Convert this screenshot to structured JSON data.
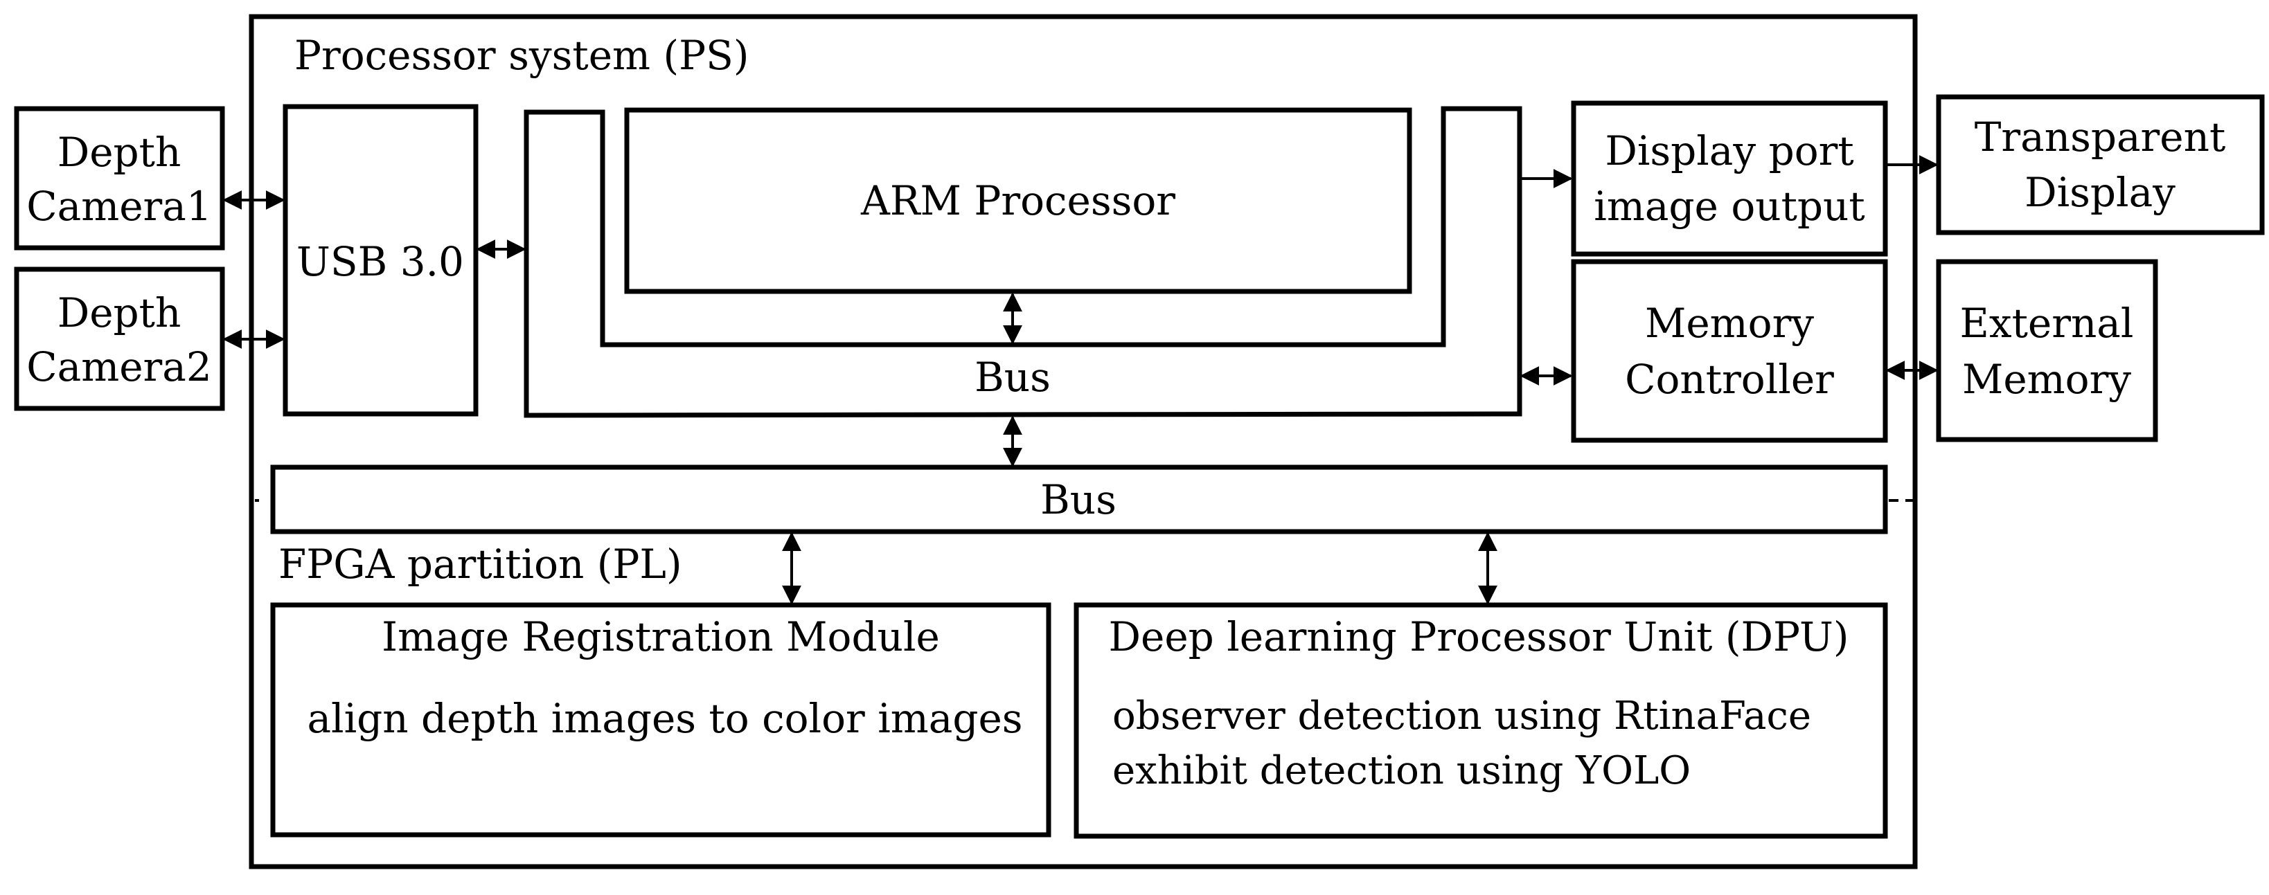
{
  "sections": {
    "ps_label": "Processor system (PS)",
    "pl_label": "FPGA partition (PL)"
  },
  "external": {
    "depth_camera1": [
      "Depth",
      "Camera1"
    ],
    "depth_camera2": [
      "Depth",
      "Camera2"
    ],
    "transparent_display": [
      "Transparent",
      "Display"
    ],
    "external_memory": [
      "External",
      "Memory"
    ]
  },
  "ps_blocks": {
    "usb": "USB 3.0",
    "arm": "ARM Processor",
    "inner_bus": "Bus",
    "display_port": [
      "Display port",
      "image output"
    ],
    "memory_controller": [
      "Memory",
      "Controller"
    ]
  },
  "system_bus": "Bus",
  "pl_blocks": {
    "image_registration": {
      "title": "Image Registration Module",
      "desc": "align depth images to color images"
    },
    "dpu": {
      "title": "Deep learning Processor Unit (DPU)",
      "lines": [
        "observer detection using RtinaFace",
        "exhibit detection using YOLO"
      ]
    }
  }
}
